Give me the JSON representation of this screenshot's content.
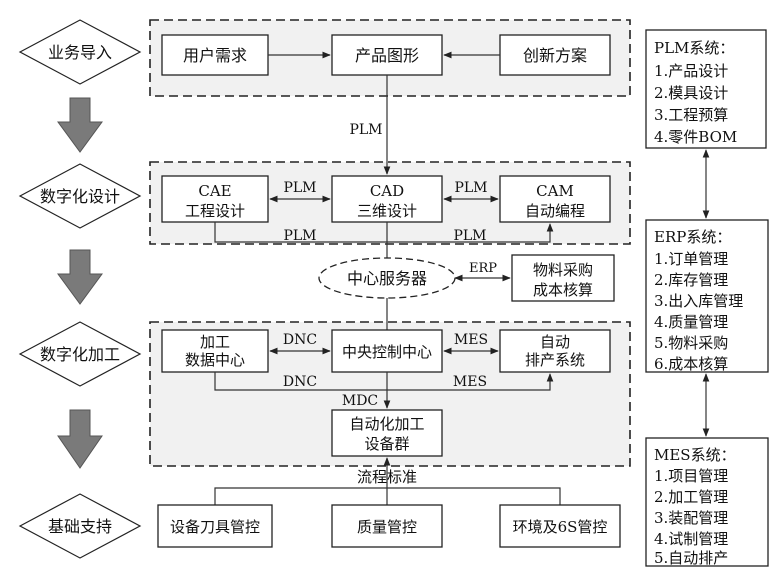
{
  "stages": [
    {
      "label": "业务导入"
    },
    {
      "label": "数字化设计"
    },
    {
      "label": "数字化加工"
    },
    {
      "label": "基础支持"
    }
  ],
  "business": {
    "user_demand": "用户需求",
    "product_graphic": "产品图形",
    "innovation_plan": "创新方案"
  },
  "design": {
    "plm_top": "PLM",
    "cae_line1": "CAE",
    "cae_line2": "工程设计",
    "cad_line1": "CAD",
    "cad_line2": "三维设计",
    "cam_line1": "CAM",
    "cam_line2": "自动编程",
    "plm_left": "PLM",
    "plm_right": "PLM",
    "plm_bottom_left": "PLM",
    "plm_bottom_right": "PLM"
  },
  "server": {
    "label": "中心服务器",
    "erp_link": "ERP",
    "purchase_line1": "物料采购",
    "purchase_line2": "成本核算"
  },
  "machining": {
    "data_center_line1": "加工",
    "data_center_line2": "数据中心",
    "control_center": "中央控制中心",
    "scheduling_line1": "自动",
    "scheduling_line2": "排产系统",
    "dnc_top": "DNC",
    "mes_top": "MES",
    "dnc_bottom": "DNC",
    "mes_bottom": "MES",
    "mdc": "MDC",
    "equipment_line1": "自动化加工",
    "equipment_line2": "设备群"
  },
  "support": {
    "process_standard": "流程标准",
    "tool_control": "设备刀具管控",
    "quality_control": "质量管控",
    "env_control": "环境及6S管控"
  },
  "plm_system": {
    "title": "PLM系统：",
    "items": [
      "1.产品设计",
      "2.模具设计",
      "3.工程预算",
      "4.零件BOM"
    ]
  },
  "erp_system": {
    "title": "ERP系统：",
    "items": [
      "1.订单管理",
      "2.库存管理",
      "3.出入库管理",
      "4.质量管理",
      "5.物料采购",
      "6.成本核算"
    ]
  },
  "mes_system": {
    "title": "MES系统：",
    "items": [
      "1.项目管理",
      "2.加工管理",
      "3.装配管理",
      "4.试制管理",
      "5.自动排产"
    ]
  },
  "colors": {
    "zone_fill": "#f1f1f1",
    "arrow_gray": "#7a7a7a",
    "line": "#333333"
  }
}
